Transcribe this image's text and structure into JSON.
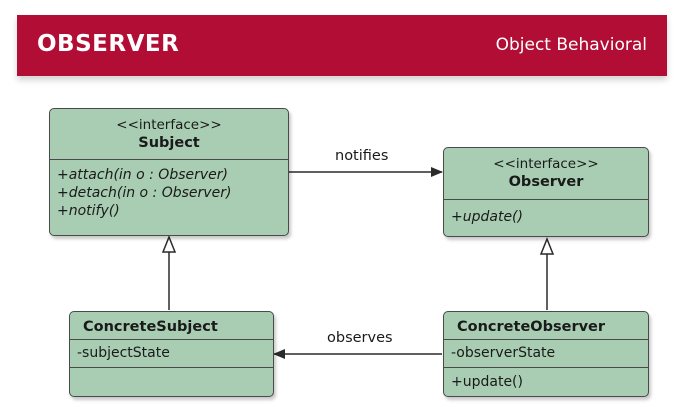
{
  "banner": {
    "title": "OBSERVER",
    "subtitle": "Object Behavioral"
  },
  "subject": {
    "stereotype": "<<interface>>",
    "name": "Subject",
    "operations": [
      "+attach(in o : Observer)",
      "+detach(in o : Observer)",
      "+notify()"
    ]
  },
  "observer": {
    "stereotype": "<<interface>>",
    "name": "Observer",
    "operations": [
      "+update()"
    ]
  },
  "concrete_subject": {
    "name": "ConcreteSubject",
    "attributes": [
      "-subjectState"
    ]
  },
  "concrete_observer": {
    "name": "ConcreteObserver",
    "attributes": [
      "-observerState"
    ],
    "operations": [
      "+update()"
    ]
  },
  "relations": {
    "notifies": "notifies",
    "observes": "observes"
  },
  "colors": {
    "banner": "#b10d35",
    "class_fill": "#a8cdb3",
    "border": "#4a4a4a"
  }
}
